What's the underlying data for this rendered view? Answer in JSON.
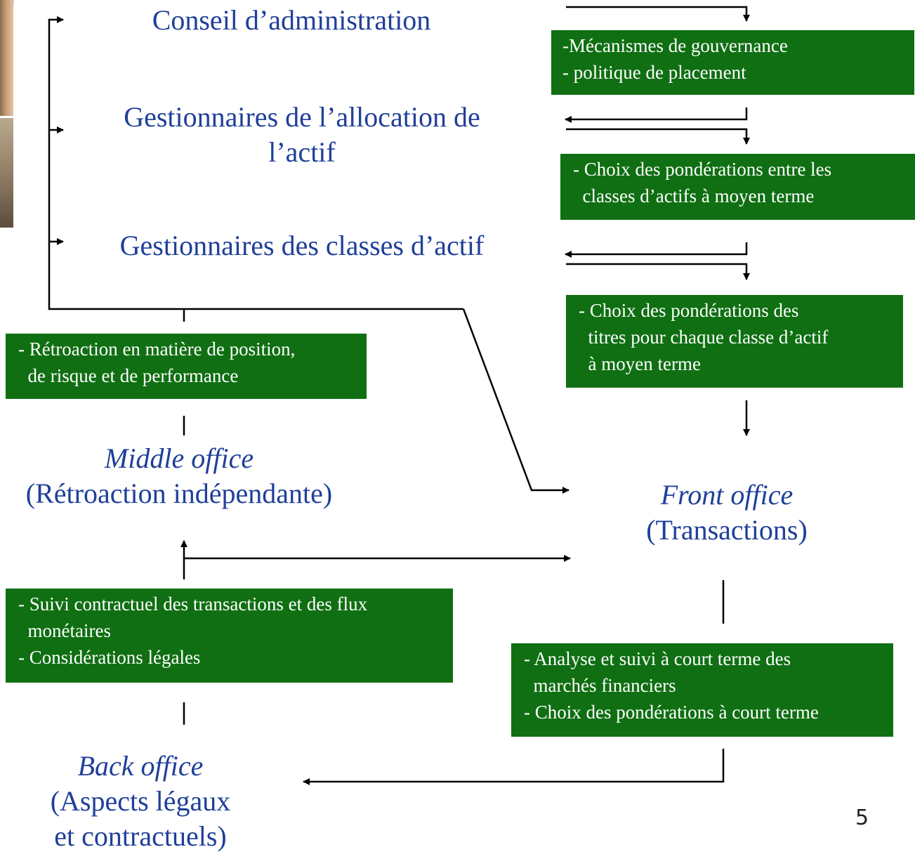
{
  "colors": {
    "title_blue": "#1f3f99",
    "box_green": "#0f6f12",
    "line": "#000000"
  },
  "titles": {
    "conseil": "Conseil d’administration",
    "allocation_line1": "Gestionnaires de l’allocation de",
    "allocation_line2": "l’actif",
    "classes": "Gestionnaires des classes d’actif",
    "middle_main": "Middle office",
    "middle_sub": "(Rétroaction indépendante)",
    "front_main": "Front office",
    "front_sub": "(Transactions)",
    "back_main": "Back office",
    "back_sub1": "(Aspects légaux",
    "back_sub2": "et contractuels)"
  },
  "boxes": {
    "gouvernance": [
      "-Mécanismes de gouvernance",
      "- politique de placement"
    ],
    "ponderations_classes": [
      "- Choix des pondérations entre les",
      "  classes d’actifs à moyen terme"
    ],
    "ponderations_titres": [
      "- Choix des pondérations des",
      "  titres pour chaque classe d’actif",
      "  à moyen terme"
    ],
    "retroaction": [
      "- Rétroaction en matière de position,",
      "  de risque et de performance"
    ],
    "suivi": [
      "- Suivi contractuel des transactions et des flux",
      "  monétaires",
      "- Considérations légales"
    ],
    "analyse": [
      "- Analyse et suivi à court terme des",
      "  marchés financiers",
      "- Choix des pondérations à court terme"
    ]
  },
  "page_number": "5",
  "icons": {
    "photo_top": "person-photo-icon",
    "photo_bottom": "person-photo-icon"
  }
}
